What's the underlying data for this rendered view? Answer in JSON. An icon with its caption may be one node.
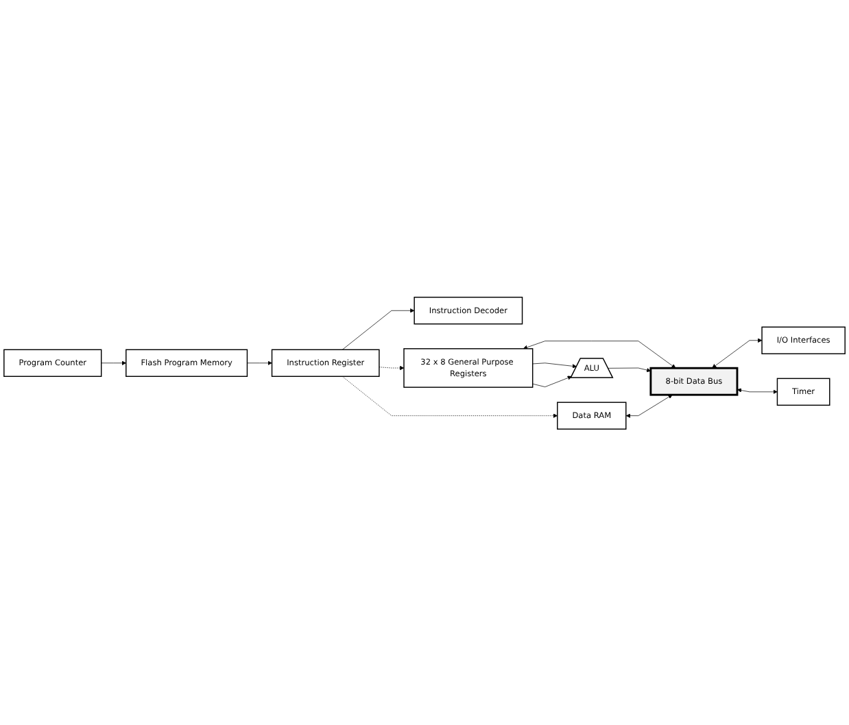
{
  "diagram": {
    "nodes": [
      {
        "text": [
          "Flash Program Memory"
        ]
      },
      {
        "text": [
          "Program Counter"
        ]
      },
      {
        "text": [
          "Instruction Register"
        ]
      },
      {
        "text": [
          "Instruction Decoder"
        ]
      },
      {
        "text": [
          "32 x 8 General Purpose Registers"
        ]
      },
      {
        "text": [
          "ALU"
        ]
      },
      {
        "text": [
          "Data RAM"
        ]
      },
      {
        "text": [
          "I/O Interfaces"
        ]
      },
      {
        "text": [
          "Timer"
        ]
      },
      {
        "text": [
          "8-bit Data Bus"
        ]
      }
    ],
    "edges": [
      {
        "from": 1,
        "to": 0,
        "arrow": "to"
      },
      {
        "from": 0,
        "to": 2,
        "arrow": "to"
      },
      {
        "from": 2,
        "to": 3,
        "arrow": "to"
      },
      {
        "from": 2,
        "to": 4,
        "arrow": "to",
        "style": "dashed"
      },
      {
        "from": 2,
        "to": 6,
        "arrow": "to",
        "style": "dashed"
      },
      {
        "from": 4,
        "to": 5,
        "arrow": "to"
      },
      {
        "from": 4,
        "to": 5,
        "arrow": "to"
      },
      {
        "from": 4,
        "to": 9,
        "arrow": "both"
      },
      {
        "from": 9,
        "to": 7,
        "arrow": "both"
      },
      {
        "from": 9,
        "to": 8,
        "arrow": "both"
      },
      {
        "from": 5,
        "to": 9,
        "arrow": "to"
      },
      {
        "from": 6,
        "to": 9,
        "arrow": "both"
      }
    ]
  }
}
